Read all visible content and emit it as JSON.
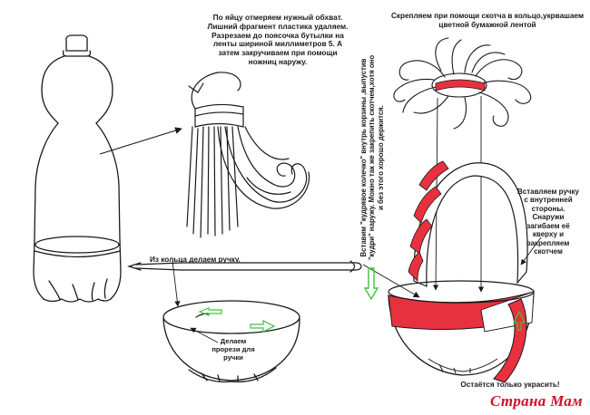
{
  "captions": {
    "cut_strips": "По яйцу отмеряем нужный обхват. Лишний фрагмент пластика удаляем. Разрезаем до поясочка бутылки на ленты шириной миллиметров 5. А затем закручиваем при помощи ножниц наружу.",
    "tape_ring": "Скрепляем при помощи скотча в кольцо,укрвашаем цветной бумажной лентой",
    "handle_from_ring": "Из кольца делаем ручку.",
    "slits": "Делаем прорези для ручки",
    "insert_curly": "Вставим \"кудрявое колечко\" внутрь корзины ,выпустив \"кудри\" наружу. Можно так же закрепить скотчем,хотя оно и без этого хорошо держится.",
    "insert_handle": "Вставляем ручку с внутренней стороны. Снаружи загибаем её кверху и закрепляем скотчем",
    "decorate": "Остаётся только украсить!"
  },
  "watermark": "Страна Мам",
  "colors": {
    "ink": "#1a1a1a",
    "ribbon": "#e8313f",
    "arrow_green": "#3ec23e",
    "watermark": "#d0122a"
  }
}
